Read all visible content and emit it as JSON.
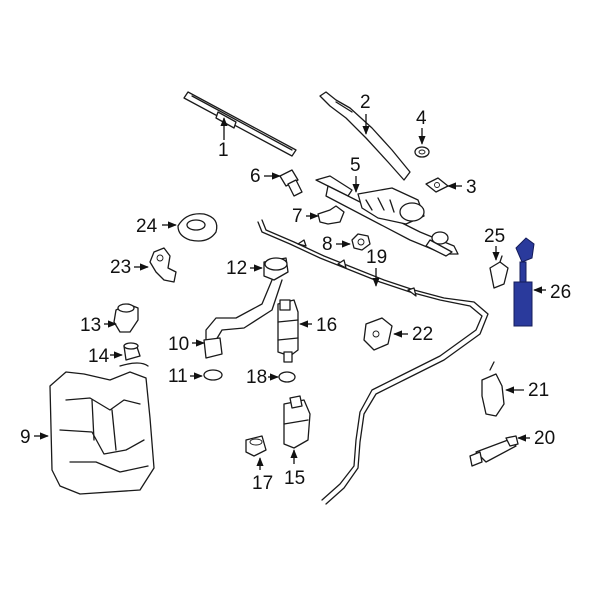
{
  "diagram": {
    "highlight_color": "#2a3a9c",
    "ink_color": "#1a1a1a",
    "callouts": [
      "1",
      "2",
      "3",
      "4",
      "5",
      "6",
      "7",
      "8",
      "9",
      "10",
      "11",
      "12",
      "13",
      "14",
      "15",
      "16",
      "17",
      "18",
      "19",
      "20",
      "21",
      "22",
      "23",
      "24",
      "25",
      "26"
    ],
    "highlighted_part": "26"
  }
}
